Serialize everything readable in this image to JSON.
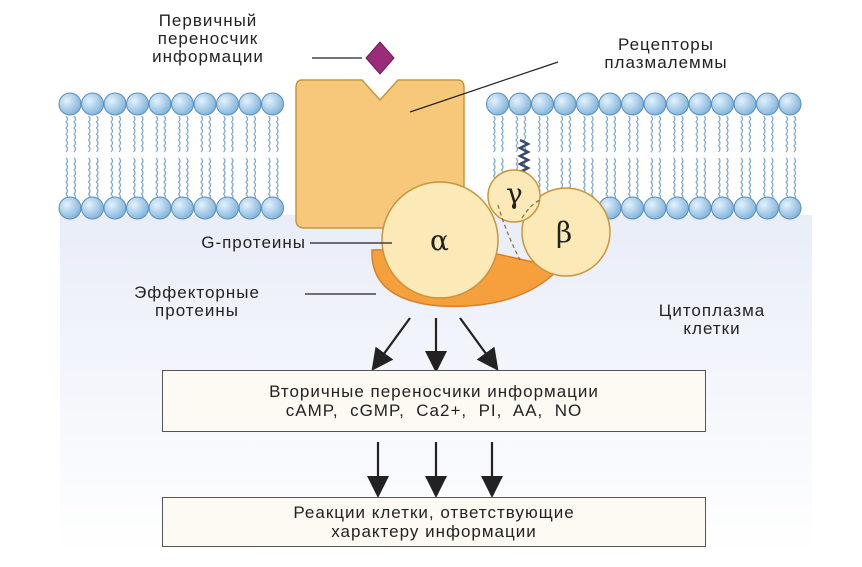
{
  "labels": {
    "primary_messenger": "Первичный\nпереносчик\nинформации",
    "receptors": "Рецепторы\nплазмалеммы",
    "g_proteins": "G-протеины",
    "effector_proteins": "Эффекторные\nпротеины",
    "cytoplasm": "Цитоплазма\nклетки"
  },
  "subunits": {
    "alpha": "α",
    "beta": "β",
    "gamma": "γ"
  },
  "second_messengers": {
    "line1": "Вторичные переносчики информации",
    "line2": "cAMP,  cGMP,  Ca2+,  PI,  AA,  NO"
  },
  "cell_response": {
    "line1": "Реакции клетки, ответствующие",
    "line2": "характеру информации"
  },
  "colors": {
    "receptor": "#f7c879",
    "receptor_stroke": "#c8953c",
    "alpha_beta": "#fbe9b8",
    "effector": "#f5a03c",
    "ligand": "#9a2c7a",
    "lipid_head": "#9fc8e8",
    "cytoplasm": "#eef1fa"
  }
}
